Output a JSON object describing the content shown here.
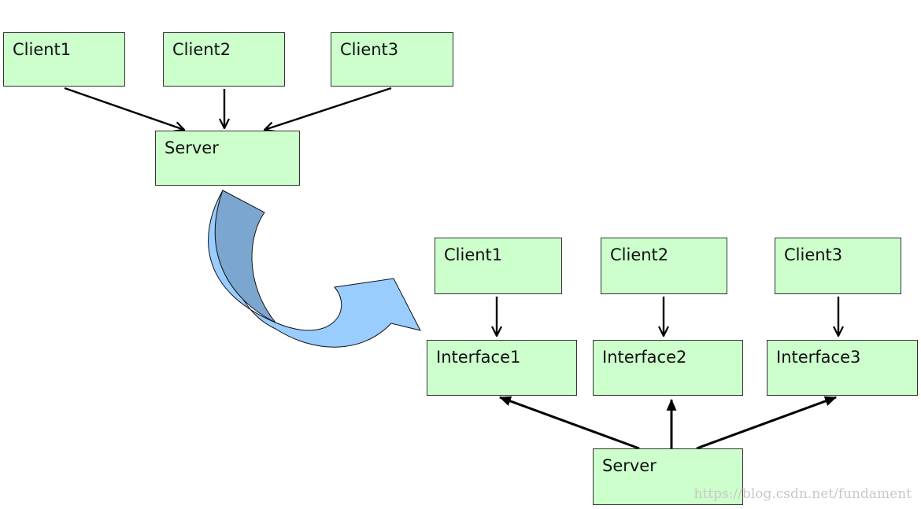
{
  "before": {
    "clients": [
      "Client1",
      "Client2",
      "Client3"
    ],
    "server": "Server"
  },
  "after": {
    "clients": [
      "Client1",
      "Client2",
      "Client3"
    ],
    "interfaces": [
      "Interface1",
      "Interface2",
      "Interface3"
    ],
    "server": "Server"
  },
  "watermark": "https://blog.csdn.net/fundament",
  "colors": {
    "box_fill": "#ccffcc",
    "box_border": "#333333",
    "curved_arrow_top": "#7ba6d0",
    "curved_arrow_bottom": "#99ccff"
  }
}
